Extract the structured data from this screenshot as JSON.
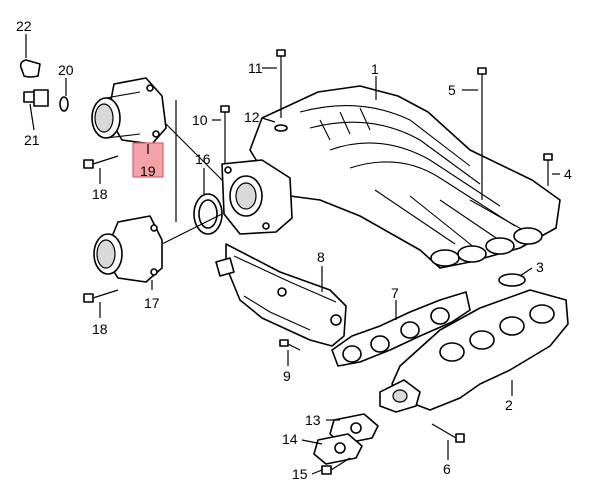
{
  "diagram": {
    "highlight_fill": "#f3a3a8",
    "highlight_stroke": "#d7636b",
    "callouts": [
      {
        "id": "p1",
        "label": "1"
      },
      {
        "id": "p2",
        "label": "2"
      },
      {
        "id": "p3",
        "label": "3"
      },
      {
        "id": "p4",
        "label": "4"
      },
      {
        "id": "p5",
        "label": "5"
      },
      {
        "id": "p6",
        "label": "6"
      },
      {
        "id": "p7",
        "label": "7"
      },
      {
        "id": "p8",
        "label": "8"
      },
      {
        "id": "p9",
        "label": "9"
      },
      {
        "id": "p10",
        "label": "10"
      },
      {
        "id": "p11",
        "label": "11"
      },
      {
        "id": "p12",
        "label": "12"
      },
      {
        "id": "p13",
        "label": "13"
      },
      {
        "id": "p14",
        "label": "14"
      },
      {
        "id": "p15",
        "label": "15"
      },
      {
        "id": "p16",
        "label": "16"
      },
      {
        "id": "p17",
        "label": "17"
      },
      {
        "id": "p18a",
        "label": "18"
      },
      {
        "id": "p18b",
        "label": "18"
      },
      {
        "id": "p19",
        "label": "19"
      },
      {
        "id": "p20",
        "label": "20"
      },
      {
        "id": "p21",
        "label": "21"
      },
      {
        "id": "p22",
        "label": "22"
      }
    ]
  }
}
